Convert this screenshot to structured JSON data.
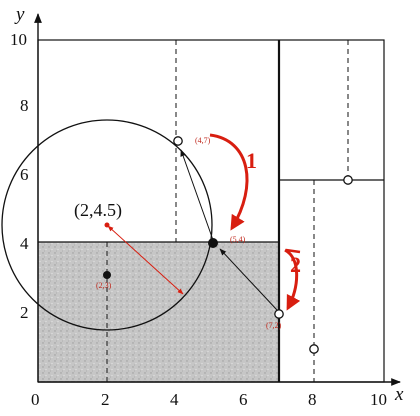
{
  "axes": {
    "x_title": "x",
    "y_title": "y",
    "x_ticks": [
      "0",
      "2",
      "4",
      "6",
      "8",
      "10"
    ],
    "y_ticks": [
      "2",
      "4",
      "6",
      "8",
      "10"
    ]
  },
  "labels": {
    "query_point": "(2,4.5)",
    "pt_2_3": "(2,3)",
    "pt_4_7": "(4,7)",
    "pt_5_4": "(5,4)",
    "pt_7_2": "(7,2)",
    "step_1": "1",
    "step_2": "2"
  },
  "points": [
    {
      "name": "2-3",
      "x": 2,
      "y": 3,
      "filled": true
    },
    {
      "name": "5-4",
      "x": 5,
      "y": 4,
      "filled": true
    },
    {
      "name": "4-7",
      "x": 4,
      "y": 7,
      "filled": false
    },
    {
      "name": "7-2",
      "x": 7,
      "y": 2,
      "filled": false
    },
    {
      "name": "8-1",
      "x": 8,
      "y": 1,
      "filled": false
    },
    {
      "name": "9-6",
      "x": 9,
      "y": 6,
      "filled": false
    }
  ],
  "query": {
    "x": 2,
    "y": 4.5,
    "radius": 3.04
  },
  "colors": {
    "annotation": "#d81e10",
    "shade": "#c9c9c9",
    "ink": "#111111"
  }
}
